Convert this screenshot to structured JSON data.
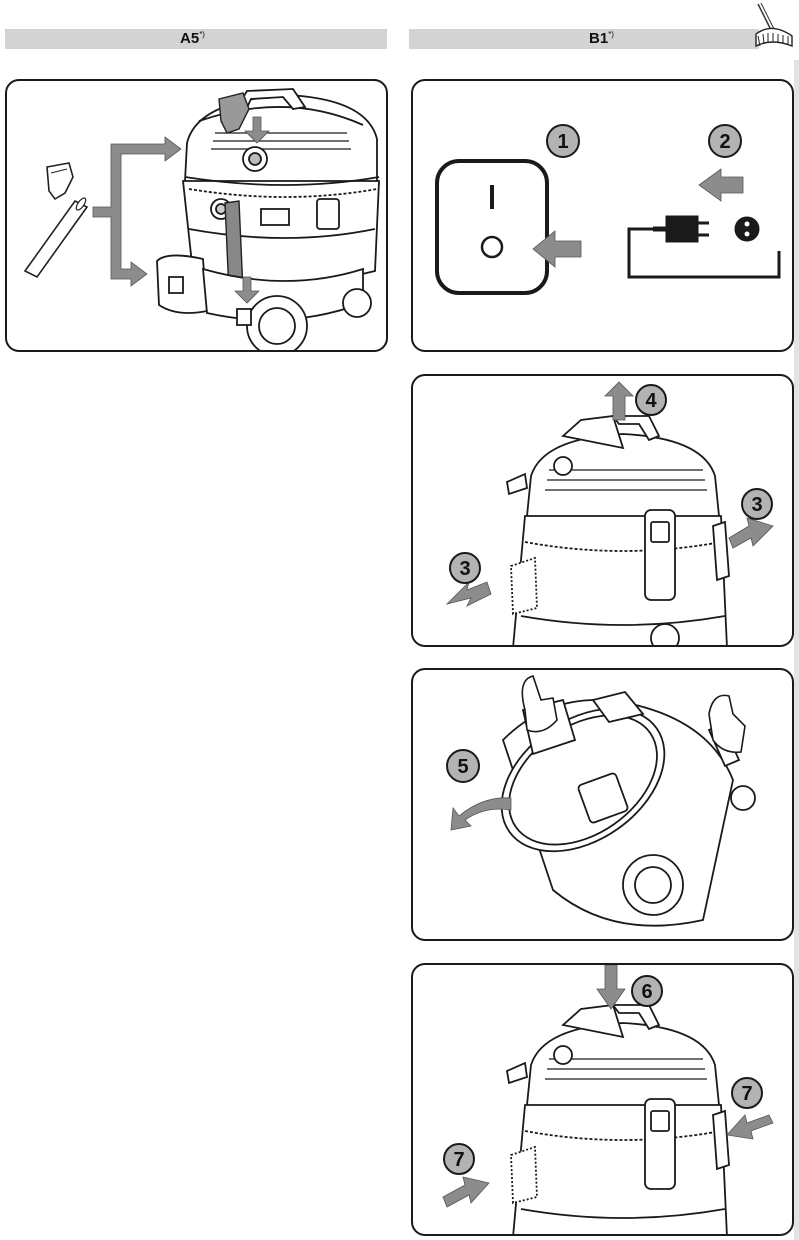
{
  "headers": {
    "left": {
      "label": "A5",
      "sup": "*)"
    },
    "right": {
      "label": "B1",
      "sup": "*)"
    }
  },
  "steps": {
    "s1": "1",
    "s2": "2",
    "s3a": "3",
    "s3b": "3",
    "s4": "4",
    "s5": "5",
    "s6": "6",
    "s7a": "7",
    "s7b": "7"
  },
  "colors": {
    "arrow": "#8c8c8c",
    "badge": "#b3b3b3",
    "header": "#d3d3d3",
    "line": "#1a1a1a"
  }
}
